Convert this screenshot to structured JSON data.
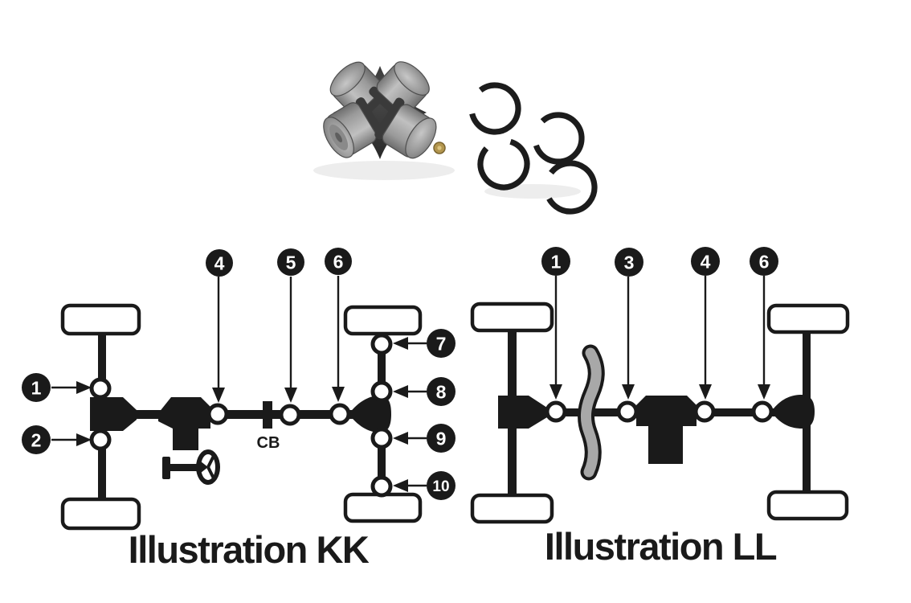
{
  "page": {
    "background": "#ffffff",
    "ink_color": "#1a1a1a",
    "description": "Universal joint parts photo above two drivetrain layout diagrams"
  },
  "photo": {
    "name": "u-joint-with-snap-rings-photo",
    "colors": {
      "bearing_cap": "#a2a2a2",
      "cross_body": "#2e2e2e",
      "snap_ring": "#1c1c1c",
      "grease_fitting": "#b3964e"
    }
  },
  "illustration_kk": {
    "title": "Illustration KK",
    "cb_label": "CB",
    "callouts": [
      {
        "label": "1"
      },
      {
        "label": "2"
      },
      {
        "label": "4"
      },
      {
        "label": "5"
      },
      {
        "label": "6"
      },
      {
        "label": "7"
      },
      {
        "label": "8"
      },
      {
        "label": "9"
      },
      {
        "label": "10"
      }
    ]
  },
  "illustration_ll": {
    "title": "Illustration LL",
    "callouts": [
      {
        "label": "1"
      },
      {
        "label": "3"
      },
      {
        "label": "4"
      },
      {
        "label": "6"
      }
    ]
  }
}
